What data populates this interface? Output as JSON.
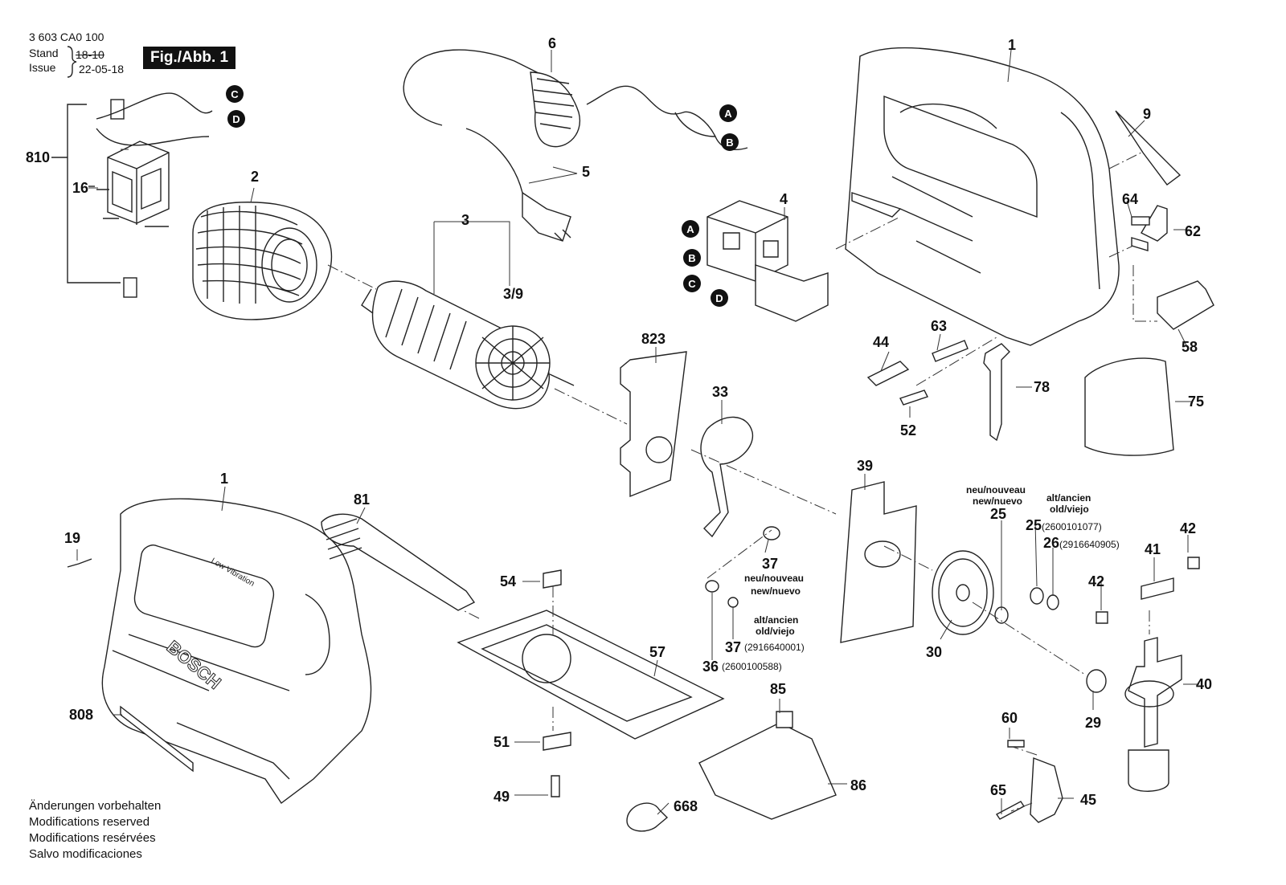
{
  "header": {
    "part_number": "3 603 CA0 100",
    "stand_label": "Stand",
    "issue_label": "Issue",
    "stand_date": "18-10",
    "issue_date": "22-05-18",
    "figure_label": "Fig./Abb. 1"
  },
  "footer_notes": [
    "Änderungen vorbehalten",
    "Modifications reserved",
    "Modifications resérvées",
    "Salvo modificaciones"
  ],
  "connectors": [
    "A",
    "B",
    "C",
    "D"
  ],
  "callouts": {
    "p810": "810",
    "p16": "16",
    "p2": "2",
    "p3": "3",
    "p3_9": "3/9",
    "p6": "6",
    "p5": "5",
    "p4": "4",
    "p1_top": "1",
    "p9": "9",
    "p64": "64",
    "p62": "62",
    "p58": "58",
    "p75": "75",
    "p44": "44",
    "p63": "63",
    "p52": "52",
    "p78": "78",
    "p823": "823",
    "p33": "33",
    "p39": "39",
    "p25a": "25",
    "p25b": "25",
    "p26": "26",
    "p42a": "42",
    "p42b": "42",
    "p41": "41",
    "p40": "40",
    "p30": "30",
    "p29": "29",
    "p37a": "37",
    "p37b": "37",
    "p36": "36",
    "p1_bottom": "1",
    "p19": "19",
    "p81": "81",
    "p54": "54",
    "p57": "57",
    "p51": "51",
    "p49": "49",
    "p668": "668",
    "p85": "85",
    "p86": "86",
    "p808": "808",
    "p60": "60",
    "p65": "65",
    "p45": "45"
  },
  "variant_notes": {
    "new_25_line1": "neu/nouveau",
    "new_25_line2": "new/nuevo",
    "old_25_line1": "alt/ancien",
    "old_25_line2": "old/viejo",
    "num_25": "(2600101077)",
    "num_26": "(2916640905)",
    "new_37_line1": "neu/nouveau",
    "new_37_line2": "new/nuevo",
    "old_37_line1": "alt/ancien",
    "old_37_line2": "old/viejo",
    "num_37": "(2916640001)",
    "num_36": "(2600100588)"
  },
  "housing_text": {
    "brand": "BOSCH",
    "feature": "Low Vibration"
  }
}
